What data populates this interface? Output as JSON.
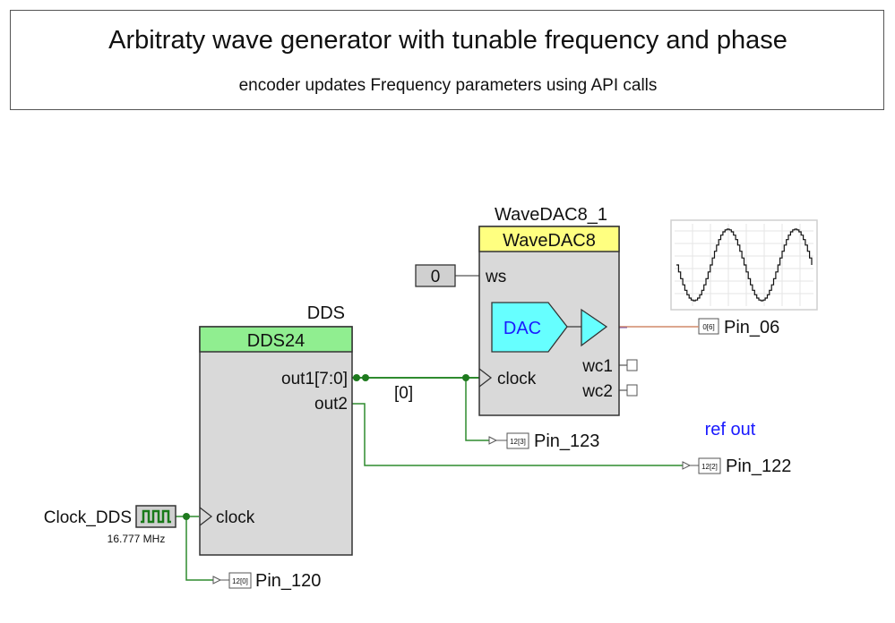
{
  "header": {
    "title": "Arbitraty wave generator with tunable frequency and phase",
    "subtitle": "encoder updates Frequency parameters using API calls"
  },
  "dds": {
    "instance_name": "DDS",
    "component": "DDS24",
    "ports": {
      "out1": "out1[7:0]",
      "out2": "out2",
      "clock": "clock"
    }
  },
  "wavedac": {
    "instance_name": "WaveDAC8_1",
    "component": "WaveDAC8",
    "ports": {
      "ws": "ws",
      "clock": "clock",
      "wc1": "wc1",
      "wc2": "wc2"
    },
    "dac_label": "DAC",
    "ws_constant": "0"
  },
  "clock": {
    "name": "Clock_DDS",
    "frequency": "16.777 MHz"
  },
  "bus_label": "[0]",
  "annotation": "ref out",
  "pins": [
    {
      "name": "Pin_06",
      "tag": "0[6]"
    },
    {
      "name": "Pin_123",
      "tag": "12[3]"
    },
    {
      "name": "Pin_122",
      "tag": "12[2]"
    },
    {
      "name": "Pin_120",
      "tag": "12[0]"
    }
  ],
  "colors": {
    "wire": "#2e8b2e",
    "dds_header": "#90ee90",
    "wavedac_header": "#ffff80",
    "block_fill": "#d9d9d9",
    "dac_fill": "#66ffff",
    "dac_text": "#1a1aff",
    "annotation": "#1a1aff",
    "analog_wire": "#d08a6a"
  }
}
